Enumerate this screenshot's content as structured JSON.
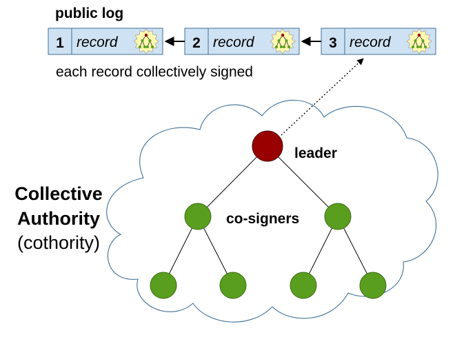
{
  "log": {
    "title": "public log",
    "caption": "each record collectively signed",
    "records": [
      {
        "number": "1",
        "label": "record"
      },
      {
        "number": "2",
        "label": "record"
      },
      {
        "number": "3",
        "label": "record"
      }
    ]
  },
  "authority": {
    "title_line1": "Collective",
    "title_line2": "Authority",
    "subtitle": "(cothority)"
  },
  "tree": {
    "leader_label": "leader",
    "cosigners_label": "co-signers"
  },
  "colors": {
    "record_fill": "#cfe2f3",
    "record_stroke": "#3d6e96",
    "seal_fill": "#fff9b0",
    "cloud_stroke": "#3d6e96",
    "leader_fill": "#990000",
    "cosigner_fill": "#5a9e1f"
  },
  "icons": [
    "seal-icon",
    "arrow-left-icon",
    "cloud-shape"
  ]
}
